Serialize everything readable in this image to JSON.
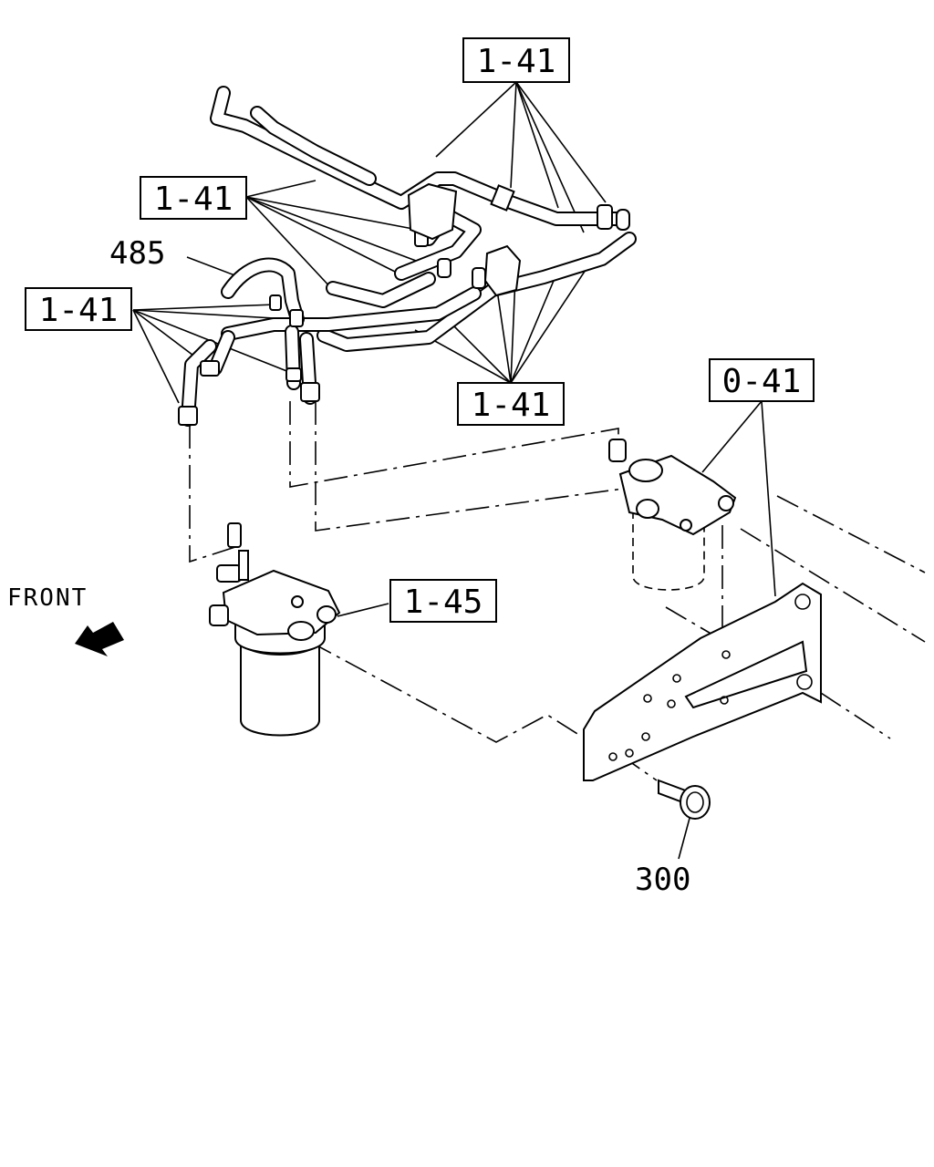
{
  "callouts": {
    "top": "1-41",
    "upper_left": "1-41",
    "left": "1-41",
    "middle": "1-41",
    "bracket": "0-41",
    "filter": "1-45"
  },
  "labels": {
    "hose_485": "485",
    "bolt_300": "300",
    "front": "FRONT"
  },
  "icons": {
    "front_direction": "arrow-up-left-icon"
  }
}
